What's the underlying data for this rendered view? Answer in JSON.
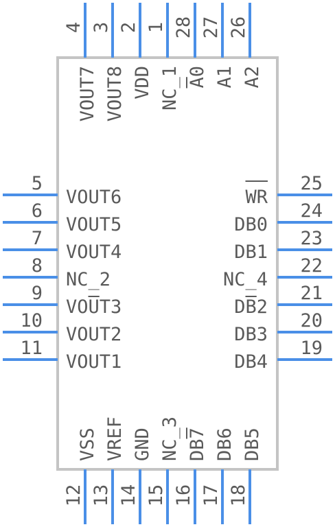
{
  "colors": {
    "pin": "#4a8fe7",
    "body_outline": "#c4c4c4",
    "text": "#5a5a5a",
    "background": "#ffffff"
  },
  "pins": {
    "top": [
      {
        "number": "4",
        "name": "VOUT7"
      },
      {
        "number": "3",
        "name": "VOUT8"
      },
      {
        "number": "2",
        "name": "VDD"
      },
      {
        "number": "1",
        "name": "NC_1"
      },
      {
        "number": "28",
        "name": "A0"
      },
      {
        "number": "27",
        "name": "A1"
      },
      {
        "number": "26",
        "name": "A2"
      }
    ],
    "left": [
      {
        "number": "5",
        "name": "VOUT6"
      },
      {
        "number": "6",
        "name": "VOUT5"
      },
      {
        "number": "7",
        "name": "VOUT4"
      },
      {
        "number": "8",
        "name": "NC_2"
      },
      {
        "number": "9",
        "name": "VOUT3"
      },
      {
        "number": "10",
        "name": "VOUT2"
      },
      {
        "number": "11",
        "name": "VOUT1"
      }
    ],
    "right": [
      {
        "number": "25",
        "name": "WR"
      },
      {
        "number": "24",
        "name": "DB0"
      },
      {
        "number": "23",
        "name": "DB1"
      },
      {
        "number": "22",
        "name": "NC_4"
      },
      {
        "number": "21",
        "name": "DB2"
      },
      {
        "number": "20",
        "name": "DB3"
      },
      {
        "number": "19",
        "name": "DB4"
      }
    ],
    "bottom": [
      {
        "number": "12",
        "name": "VSS"
      },
      {
        "number": "13",
        "name": "VREF"
      },
      {
        "number": "14",
        "name": "GND"
      },
      {
        "number": "15",
        "name": "NC_3"
      },
      {
        "number": "16",
        "name": "DB7"
      },
      {
        "number": "17",
        "name": "DB6"
      },
      {
        "number": "18",
        "name": "DB5"
      }
    ]
  }
}
